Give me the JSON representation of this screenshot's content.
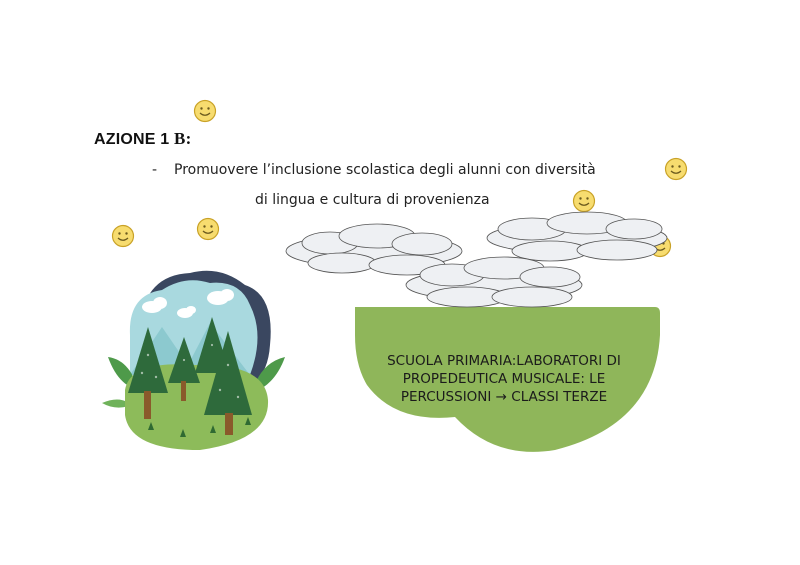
{
  "heading": {
    "main": "AZIONE 1 ",
    "letter": "B:"
  },
  "bullet": {
    "dash": "-",
    "line1": "Promuovere l’inclusione scolastica degli alunni con diversità",
    "line2": "di lingua e cultura di provenienza"
  },
  "green_box": {
    "lines": [
      "SCUOLA PRIMARIA:LABORATORI DI",
      "PROPEDEUTICA MUSICALE: LE",
      "PERCUSSIONI → CLASSI TERZE"
    ],
    "color": "#8fb65a"
  },
  "colors": {
    "smiley_fill": "#f7dc6f",
    "smiley_stroke": "#c9a227",
    "cloud_fill": "#eef0f3",
    "cloud_stroke": "#555555",
    "sky": "#a9d9df",
    "dark_shape": "#3a4760",
    "tree": "#2e6a3b",
    "ground": "#8dbb5a"
  }
}
